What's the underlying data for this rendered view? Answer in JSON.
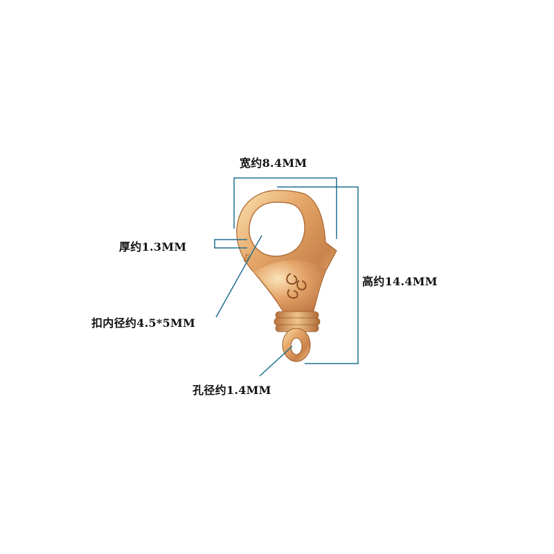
{
  "product": {
    "name_icon": "gold-lobster-clasp",
    "metal_color": "#d99a5e",
    "line_color": "#1f6e90"
  },
  "annotations": {
    "width": "宽约8.4MM",
    "thickness": "厚约1.3MM",
    "height": "高约14.4MM",
    "inner_diameter": "扣内径约4.5*5MM",
    "hole_diameter": "孔径约1.4MM"
  }
}
